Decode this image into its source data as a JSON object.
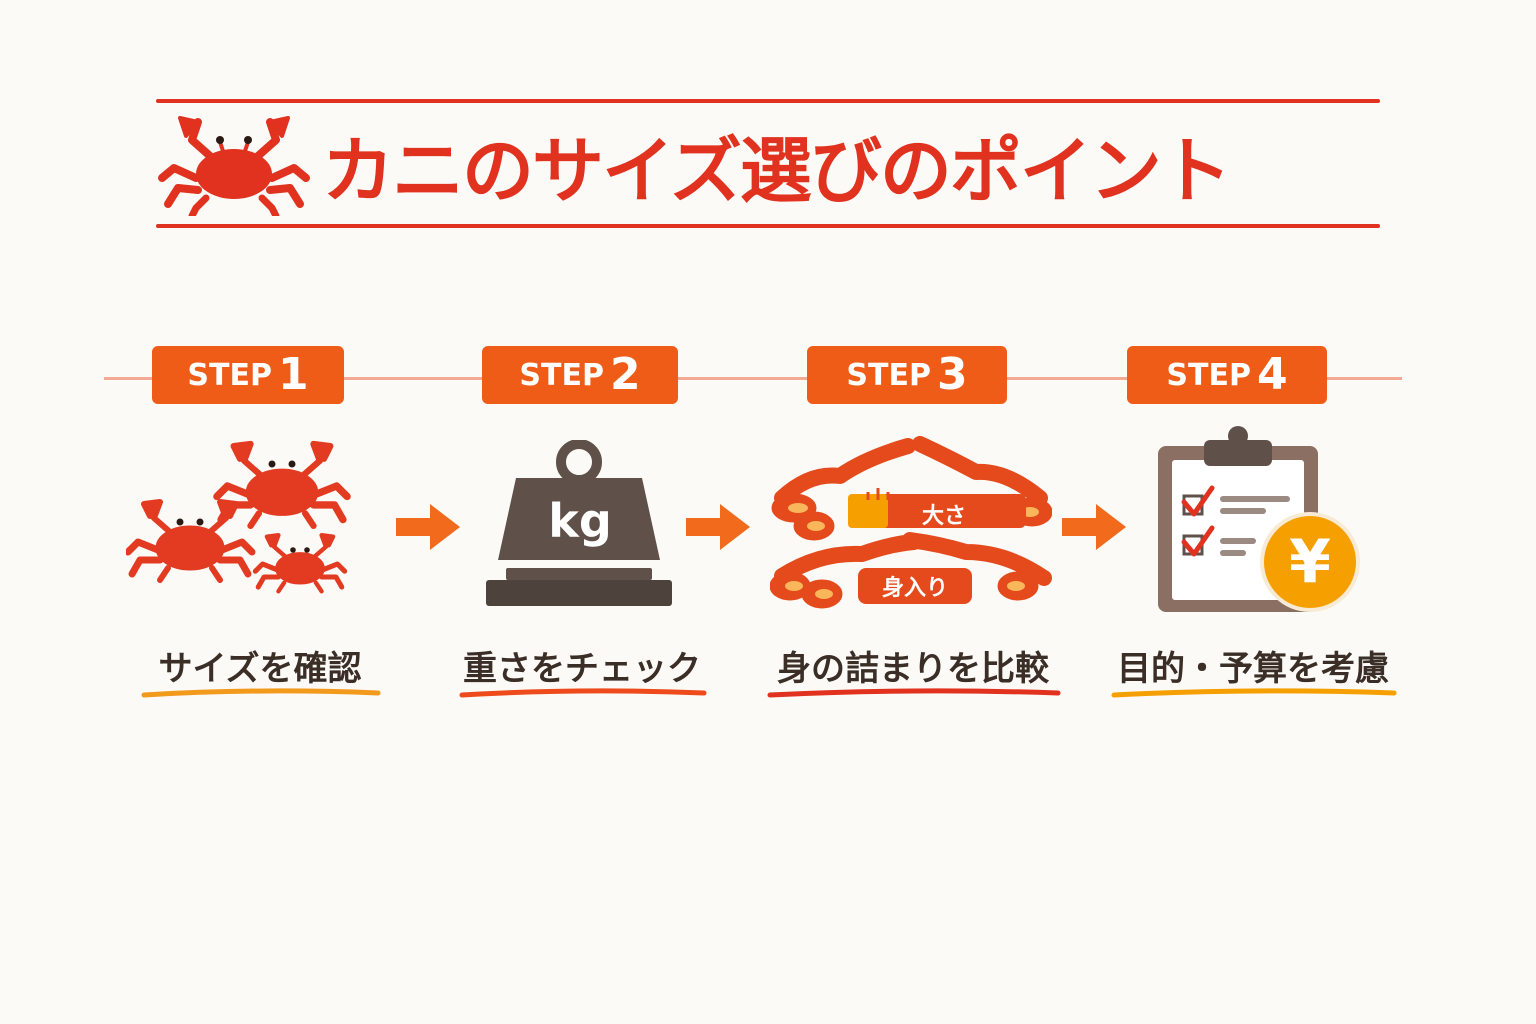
{
  "header": {
    "title": "カニのサイズ選びのポイント",
    "icon": "crab-icon"
  },
  "colors": {
    "accent": "#e0321e",
    "badge": "#ee5c18",
    "arrow": "#f26a1b",
    "text": "#3a2e26",
    "weight": "#5f514a",
    "yen": "#f5a000",
    "timeline": "#f3aa94"
  },
  "steps": [
    {
      "label": "STEP",
      "number": "1",
      "caption": "サイズを確認",
      "icon": "crabs-group-icon"
    },
    {
      "label": "STEP",
      "number": "2",
      "caption": "重さをチェック",
      "icon": "weight-scale-icon",
      "icon_text": "kg"
    },
    {
      "label": "STEP",
      "number": "3",
      "caption": "身の詰まりを比較",
      "icon": "crab-legs-icon",
      "tags": [
        "大さ",
        "身入り"
      ]
    },
    {
      "label": "STEP",
      "number": "4",
      "caption": "目的・予算を考慮",
      "icon": "clipboard-yen-icon",
      "icon_text": "¥"
    }
  ]
}
